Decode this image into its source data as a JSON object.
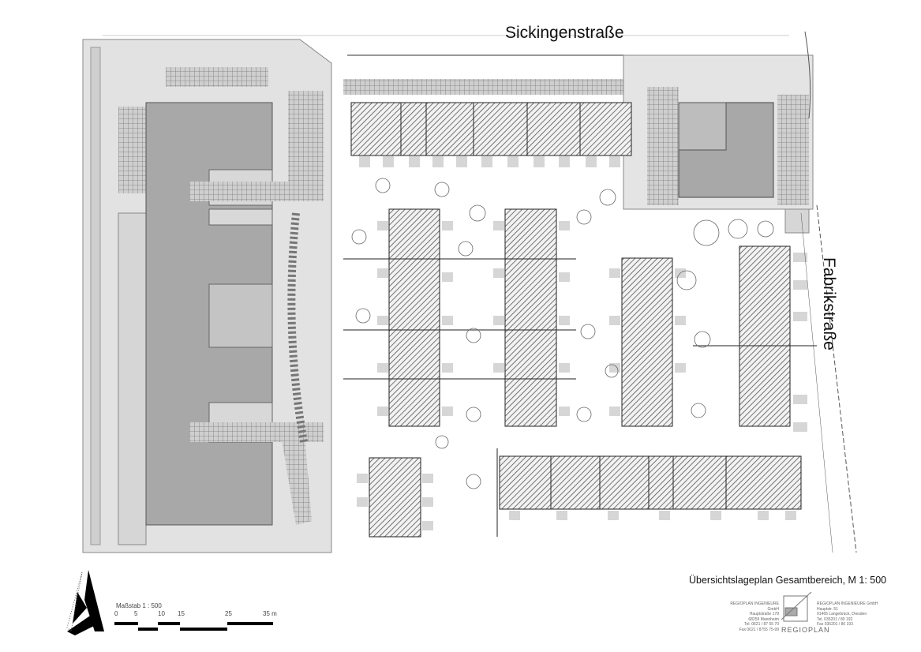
{
  "streets": {
    "north": "Sickingenstraße",
    "east": "Fabrikstraße"
  },
  "title": "Übersichtslageplan Gesamtbereich, M 1: 500",
  "scale_bar": {
    "label": "Maßstab 1 : 500",
    "ticks": [
      "0",
      "5",
      "10",
      "15",
      "25",
      "35 m"
    ]
  },
  "title_block": {
    "left_address": [
      "REGIOPLAN INGENIEURE GmbH",
      "Hauptstraße 178",
      "68259 Mannheim",
      "Tel. 0621 / 87 55 70",
      "Fax 0621 / 8755 75-99"
    ],
    "right_address": [
      "REGIOPLAN INGENIEURE GmbH",
      "Hauptstr. 51",
      "01465 Langebrück, Dresden",
      "Tel. 035201 / 80 192",
      "Fax 035201 / 80 193"
    ],
    "logo": "REGIOPLAN"
  },
  "colors": {
    "building": "#a8a8a8",
    "site": "#dcdcdc",
    "hatch": "#444444",
    "parking": "#d0d0d0"
  }
}
